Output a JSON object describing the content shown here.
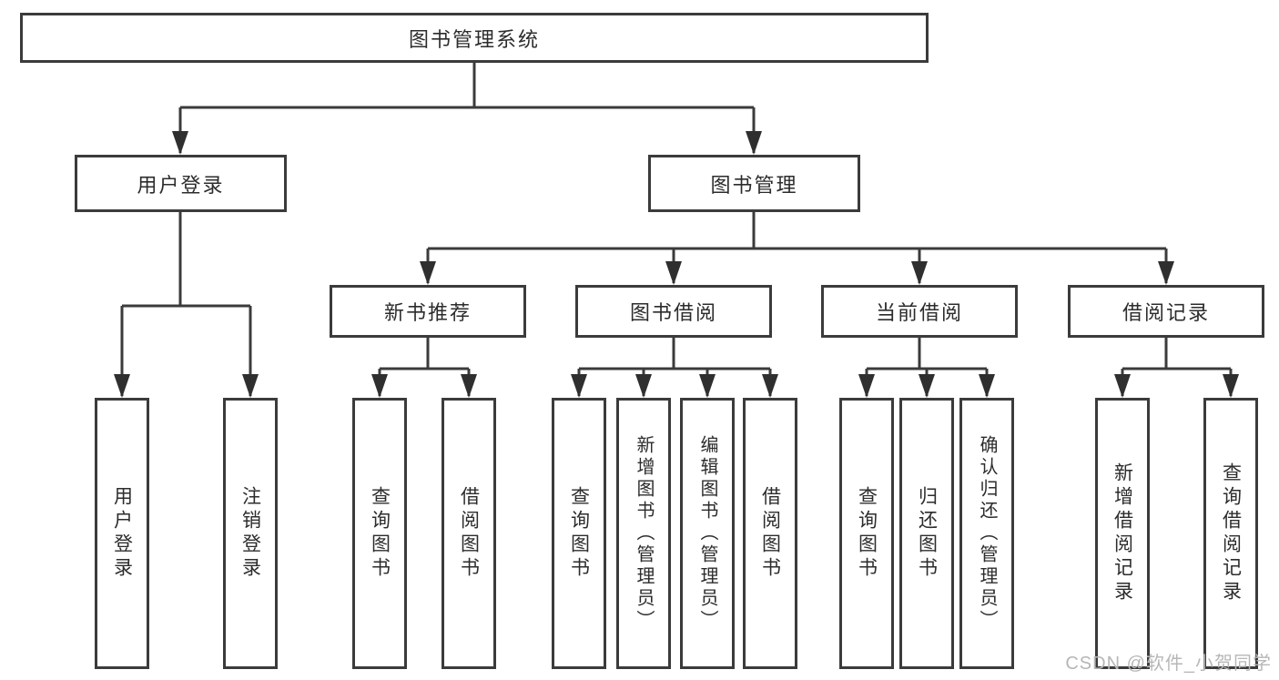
{
  "diagram": {
    "root": {
      "label": "图书管理系统"
    },
    "user_login": {
      "label": "用户登录",
      "children": [
        {
          "label": "用户登录"
        },
        {
          "label": "注销登录"
        }
      ]
    },
    "book_mgmt": {
      "label": "图书管理",
      "sections": [
        {
          "label": "新书推荐",
          "children": [
            {
              "label": "查询图书"
            },
            {
              "label": "借阅图书"
            }
          ]
        },
        {
          "label": "图书借阅",
          "children": [
            {
              "label": "查询图书"
            },
            {
              "label": "新增图书（管理员）"
            },
            {
              "label": "编辑图书（管理员）"
            },
            {
              "label": "借阅图书"
            }
          ]
        },
        {
          "label": "当前借阅",
          "children": [
            {
              "label": "查询图书"
            },
            {
              "label": "归还图书"
            },
            {
              "label": "确认归还（管理员）"
            }
          ]
        },
        {
          "label": "借阅记录",
          "children": [
            {
              "label": "新增借阅记录"
            },
            {
              "label": "查询借阅记录"
            }
          ]
        }
      ]
    },
    "watermark": {
      "text": "CSDN @软件_小贺同学"
    },
    "colors": {
      "line": "#3b3b3b",
      "arrow": "#2f2f2f",
      "text": "#2c2c2c",
      "watermark": "#b7b7b7",
      "background": "#ffffff"
    }
  }
}
